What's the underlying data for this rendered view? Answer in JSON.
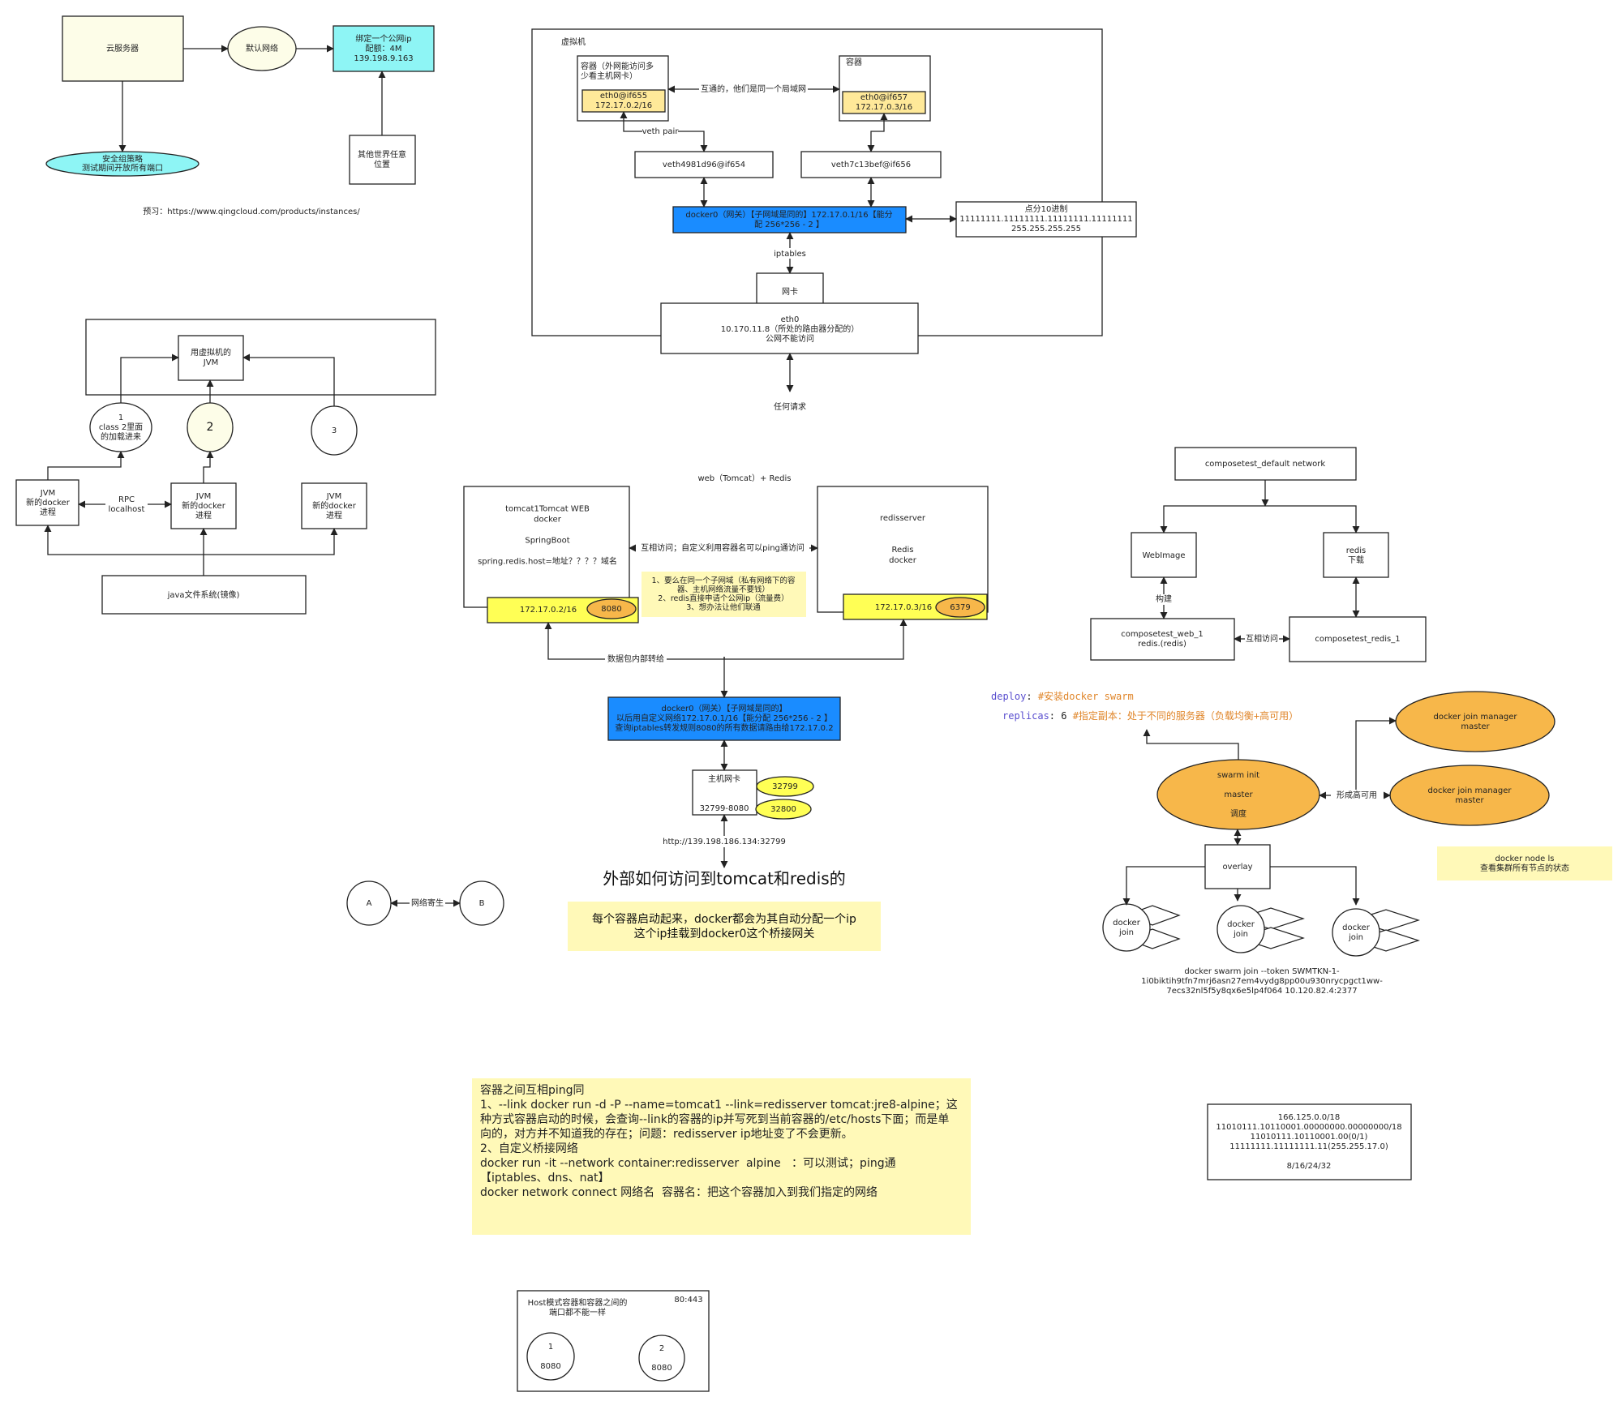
{
  "colors": {
    "cream": "#fdfde8",
    "cyan": "#8ef5f5",
    "blue": "#1a8cff",
    "yellow_box": "#ffe999",
    "bright_yellow": "#ffff55",
    "orange": "#f7b74a",
    "note_yellow": "#fff9b8",
    "line": "#222222"
  },
  "cloud": {
    "server": "云服务器",
    "default_network": "默认网络",
    "bind_ip": [
      "绑定一个公网ip",
      "配额：4M",
      "139.198.9.163"
    ],
    "security": [
      "安全组策略",
      "测试期间开放所有端口"
    ],
    "anywhere": [
      "其他世界任意",
      "位置"
    ],
    "preview": "预习：https://www.qingcloud.com/products/instances/"
  },
  "vm": {
    "title": "虚拟机",
    "container_left": [
      "容器（外网能访问多",
      "少看主机网卡）"
    ],
    "container_right": "容器",
    "eth_left": [
      "eth0@if655",
      "172.17.0.2/16"
    ],
    "eth_right": [
      "eth0@if657",
      "172.17.0.3/16"
    ],
    "link_label": "互通的，他们是同一个局域网",
    "veth_pair": "veth pair",
    "veth_left": "veth4981d96@if654",
    "veth_right": "veth7c13bef@if656",
    "docker0": [
      "docker0（网关）【子网域是同的】172.17.0.1/16【能分",
      "配 256*256 - 2 】"
    ],
    "decimal": [
      "点分10进制",
      "11111111.11111111.11111111.11111111",
      "255.255.255.255"
    ],
    "iptables": "iptables",
    "nic": "网卡",
    "eth0": [
      "eth0",
      "10.170.11.8（所处的路由器分配的）",
      "公网不能访问"
    ],
    "any_request": "任何请求"
  },
  "jvm": {
    "target": [
      "用虚拟机的",
      "JVM"
    ],
    "circle1": [
      "1",
      "class 2里面",
      "的加载进来"
    ],
    "circle2": "2",
    "circle3": "3",
    "jvm_left": [
      "JVM",
      "新的docker",
      "进程"
    ],
    "jvm_mid": [
      "JVM",
      "新的docker",
      "进程"
    ],
    "jvm_right": [
      "JVM",
      "新的docker",
      "进程"
    ],
    "rpc": [
      "RPC",
      "localhost"
    ],
    "fs": "java文件系统(镜像)"
  },
  "web": {
    "title": "web（Tomcat）+ Redis",
    "tomcat": [
      "tomcat1Tomcat WEB",
      "docker",
      "",
      "SpringBoot",
      "",
      "spring.redis.host=地址？？？？域名"
    ],
    "redis": [
      "redisserver",
      "",
      "",
      "Redis",
      "docker"
    ],
    "ip_left": "172.17.0.2/16",
    "port_left": "8080",
    "ip_right": "172.17.0.3/16",
    "port_right": "6379",
    "mutual": "互相访问；自定义利用容器名可以ping通访问",
    "tip": [
      "1、要么在同一个子网域（私有网络下的容",
      "器、主机网络流量不要钱）",
      "2、redis直接申请个公网ip（流量费）",
      "3、想办法让他们联通"
    ],
    "forward": "数据包内部转给",
    "docker0": [
      "docker0（网关）【子网域是同的】",
      "以后用自定义网络172.17.0.1/16【能分配 256*256 - 2 】",
      "查询iptables转发规则8080的所有数据请路由给172.17.0.2"
    ],
    "host_nic": "主机网卡",
    "host_ports": "32799-8080",
    "port_a": "32799",
    "port_b": "32800",
    "url": "http://139.198.186.134:32799",
    "question": "外部如何访问到tomcat和redis的",
    "answer": [
      "每个容器启动起来，docker都会为其自动分配一个ip",
      "这个ip挂载到docker0这个桥接网关"
    ]
  },
  "ab": {
    "a": "A",
    "b": "B",
    "label": "网络寄生"
  },
  "compose": {
    "network": "composetest_default  network",
    "webimage": "WebImage",
    "redis": [
      "redis",
      "下载"
    ],
    "build": "构建",
    "web1": [
      "composetest_web_1",
      "redis.(redis)"
    ],
    "redis1": "composetest_redis_1",
    "mutual": "互相访问"
  },
  "swarm": {
    "code_line1_key": "deploy",
    "code_line1_comment": "#安装docker swarm",
    "code_line2_key": "replicas",
    "code_line2_value": "6",
    "code_line2_comment": "#指定副本：处于不同的服务器（负载均衡+高可用）",
    "init": [
      "swarm init",
      "",
      "master",
      "",
      "调度"
    ],
    "manager1": [
      "docker join manager",
      "master"
    ],
    "manager2": [
      "docker join manager",
      "master"
    ],
    "ha": "形成高可用",
    "node_ls": [
      "docker node ls",
      "查看集群所有节点的状态"
    ],
    "overlay": "overlay",
    "join": [
      "docker",
      "join"
    ],
    "token": [
      "docker swarm join --token SWMTKN-1-",
      "1i0biktih9tfn7mrj6asn27em4vydg8pp00u930nrycpgct1ww-",
      "7ecs32nl5f5y8qx6e5lp4f064 10.120.82.4:2377"
    ]
  },
  "subnet": [
    "166.125.0.0/18",
    "11010111.10110001.00000000.00000000/18",
    "11010111.10110001.00(0/1)",
    "11111111.11111111.11(255.255.17.0)",
    "",
    "8/16/24/32"
  ],
  "ping_note": [
    "容器之间互相ping同",
    "1、--link docker run -d -P --name=tomcat1 --link=redisserver tomcat:jre8-alpine；这",
    "种方式容器启动的时候，会查询--link的容器的ip并写死到当前容器的/etc/hosts下面；而是单",
    "向的，对方并不知道我的存在；问题：redisserver ip地址变了不会更新。",
    "",
    "2、自定义桥接网络",
    "docker run -it --network container:redisserver  alpine   ：可以测试；ping通",
    "【iptables、dns、nat】",
    "docker network connect 网络名  容器名：把这个容器加入到我们指定的网络"
  ],
  "host_mode": {
    "title": [
      "Host模式容器和容器之间的",
      "端口都不能一样"
    ],
    "port": "80:443",
    "c1": [
      "1",
      "8080"
    ],
    "c2": [
      "2",
      "8080"
    ]
  }
}
